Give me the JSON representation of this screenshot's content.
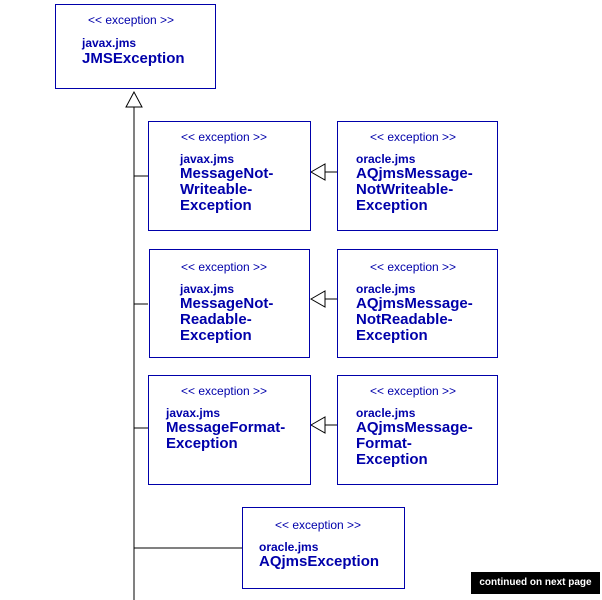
{
  "classes": {
    "jms_exception": {
      "stereotype": "<< exception >>",
      "package": "javax.jms",
      "name_lines": [
        "JMSException"
      ]
    },
    "message_not_writeable": {
      "stereotype": "<< exception >>",
      "package": "javax.jms",
      "name_lines": [
        "MessageNot-",
        "Writeable-",
        "Exception"
      ]
    },
    "aq_not_writeable": {
      "stereotype": "<< exception >>",
      "package": "oracle.jms",
      "name_lines": [
        "AQjmsMessage-",
        "NotWriteable-",
        "Exception"
      ]
    },
    "message_not_readable": {
      "stereotype": "<< exception >>",
      "package": "javax.jms",
      "name_lines": [
        "MessageNot-",
        "Readable-",
        "Exception"
      ]
    },
    "aq_not_readable": {
      "stereotype": "<< exception >>",
      "package": "oracle.jms",
      "name_lines": [
        "AQjmsMessage-",
        "NotReadable-",
        "Exception"
      ]
    },
    "message_format": {
      "stereotype": "<< exception >>",
      "package": "javax.jms",
      "name_lines": [
        "MessageFormat-",
        "Exception"
      ]
    },
    "aq_format": {
      "stereotype": "<< exception >>",
      "package": "oracle.jms",
      "name_lines": [
        "AQjmsMessage-",
        "Format-",
        "Exception"
      ]
    },
    "aq_jms_exception": {
      "stereotype": "<< exception >>",
      "package": "oracle.jms",
      "name_lines": [
        "AQjmsException"
      ]
    }
  },
  "footer": {
    "continued_label": "continued on next page"
  },
  "colors": {
    "class_text": "#0000aa",
    "class_border": "#0000aa",
    "connector": "#000000",
    "footer_bg": "#000000",
    "footer_text": "#ffffff"
  }
}
